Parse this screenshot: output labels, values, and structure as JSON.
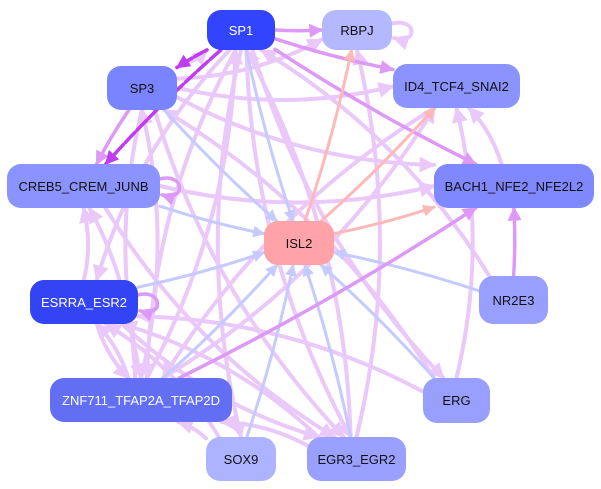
{
  "graph": {
    "title": "Gene regulatory network centered on ISL2",
    "nodes": [
      {
        "id": "SP1",
        "label": "SP1",
        "fill": "#3344ff",
        "text": "#ffffff"
      },
      {
        "id": "RBPJ",
        "label": "RBPJ",
        "fill": "#b3b8ff",
        "text": "#111111"
      },
      {
        "id": "SP3",
        "label": "SP3",
        "fill": "#7a84ff",
        "text": "#111111"
      },
      {
        "id": "ID4_TCF4_SNAI2",
        "label": "ID4_TCF4_SNAI2",
        "fill": "#8b93ff",
        "text": "#111111"
      },
      {
        "id": "CREB5_CREM_JUNB",
        "label": "CREB5_CREM_JUNB",
        "fill": "#8b93ff",
        "text": "#111111"
      },
      {
        "id": "BACH1_NFE2_NFE2L2",
        "label": "BACH1_NFE2_NFE2L2",
        "fill": "#8088ff",
        "text": "#111111"
      },
      {
        "id": "ISL2",
        "label": "ISL2",
        "fill": "#ffa3a8",
        "text": "#111111"
      },
      {
        "id": "ESRRA_ESR2",
        "label": "ESRRA_ESR2",
        "fill": "#3344f5",
        "text": "#ffffff"
      },
      {
        "id": "NR2E3",
        "label": "NR2E3",
        "fill": "#989fff",
        "text": "#111111"
      },
      {
        "id": "ZNF711_TFAP2A_TFAP2D",
        "label": "ZNF711_TFAP2A_TFAP2D",
        "fill": "#636ff2",
        "text": "#ffffff"
      },
      {
        "id": "ERG",
        "label": "ERG",
        "fill": "#989fff",
        "text": "#111111"
      },
      {
        "id": "SOX9",
        "label": "SOX9",
        "fill": "#adb3ff",
        "text": "#111111"
      },
      {
        "id": "EGR3_EGR2",
        "label": "EGR3_EGR2",
        "fill": "#9aa0ff",
        "text": "#111111"
      }
    ],
    "edge_colors": {
      "strong_activation": "#c03cf0",
      "activation": "#dd99f5",
      "weak_activation": "#ebc8fa",
      "to_isl2": "#c5caff",
      "from_isl2": "#ffb8b8"
    },
    "edges": [
      {
        "from": "SP1",
        "to": "RBPJ",
        "type": "activation"
      },
      {
        "from": "RBPJ",
        "to": "RBPJ",
        "type": "weak_activation"
      },
      {
        "from": "SP1",
        "to": "SP3",
        "type": "strong_activation"
      },
      {
        "from": "SP3",
        "to": "SP1",
        "type": "weak_activation"
      },
      {
        "from": "SP1",
        "to": "CREB5_CREM_JUNB",
        "type": "strong_activation"
      },
      {
        "from": "SP1",
        "to": "ID4_TCF4_SNAI2",
        "type": "activation"
      },
      {
        "from": "SP1",
        "to": "BACH1_NFE2_NFE2L2",
        "type": "activation"
      },
      {
        "from": "SP1",
        "to": "ISL2",
        "type": "to_isl2"
      },
      {
        "from": "SP1",
        "to": "ZNF711_TFAP2A_TFAP2D",
        "type": "weak_activation"
      },
      {
        "from": "SP1",
        "to": "SOX9",
        "type": "weak_activation"
      },
      {
        "from": "SP1",
        "to": "EGR3_EGR2",
        "type": "weak_activation"
      },
      {
        "from": "SP1",
        "to": "ERG",
        "type": "weak_activation"
      },
      {
        "from": "SP1",
        "to": "ESRRA_ESR2",
        "type": "weak_activation"
      },
      {
        "from": "SP3",
        "to": "RBPJ",
        "type": "weak_activation"
      },
      {
        "from": "SP3",
        "to": "ID4_TCF4_SNAI2",
        "type": "weak_activation"
      },
      {
        "from": "SP3",
        "to": "BACH1_NFE2_NFE2L2",
        "type": "weak_activation"
      },
      {
        "from": "SP3",
        "to": "CREB5_CREM_JUNB",
        "type": "activation"
      },
      {
        "from": "SP3",
        "to": "ISL2",
        "type": "to_isl2"
      },
      {
        "from": "SP3",
        "to": "ZNF711_TFAP2A_TFAP2D",
        "type": "weak_activation"
      },
      {
        "from": "SP3",
        "to": "EGR3_EGR2",
        "type": "weak_activation"
      },
      {
        "from": "CREB5_CREM_JUNB",
        "to": "CREB5_CREM_JUNB",
        "type": "activation"
      },
      {
        "from": "CREB5_CREM_JUNB",
        "to": "ISL2",
        "type": "to_isl2"
      },
      {
        "from": "CREB5_CREM_JUNB",
        "to": "BACH1_NFE2_NFE2L2",
        "type": "weak_activation"
      },
      {
        "from": "CREB5_CREM_JUNB",
        "to": "EGR3_EGR2",
        "type": "weak_activation"
      },
      {
        "from": "ISL2",
        "to": "RBPJ",
        "type": "from_isl2"
      },
      {
        "from": "ISL2",
        "to": "ID4_TCF4_SNAI2",
        "type": "from_isl2"
      },
      {
        "from": "ISL2",
        "to": "BACH1_NFE2_NFE2L2",
        "type": "from_isl2"
      },
      {
        "from": "ESRRA_ESR2",
        "to": "ESRRA_ESR2",
        "type": "activation"
      },
      {
        "from": "ESRRA_ESR2",
        "to": "ISL2",
        "type": "to_isl2"
      },
      {
        "from": "ESRRA_ESR2",
        "to": "CREB5_CREM_JUNB",
        "type": "weak_activation"
      },
      {
        "from": "ESRRA_ESR2",
        "to": "ZNF711_TFAP2A_TFAP2D",
        "type": "weak_activation"
      },
      {
        "from": "ESRRA_ESR2",
        "to": "EGR3_EGR2",
        "type": "weak_activation"
      },
      {
        "from": "ZNF711_TFAP2A_TFAP2D",
        "to": "ISL2",
        "type": "to_isl2"
      },
      {
        "from": "ZNF711_TFAP2A_TFAP2D",
        "to": "ID4_TCF4_SNAI2",
        "type": "weak_activation"
      },
      {
        "from": "ZNF711_TFAP2A_TFAP2D",
        "to": "BACH1_NFE2_NFE2L2",
        "type": "activation"
      },
      {
        "from": "ZNF711_TFAP2A_TFAP2D",
        "to": "CREB5_CREM_JUNB",
        "type": "weak_activation"
      },
      {
        "from": "ZNF711_TFAP2A_TFAP2D",
        "to": "ESRRA_ESR2",
        "type": "weak_activation"
      },
      {
        "from": "ZNF711_TFAP2A_TFAP2D",
        "to": "SP3",
        "type": "weak_activation"
      },
      {
        "from": "ZNF711_TFAP2A_TFAP2D",
        "to": "SP1",
        "type": "weak_activation"
      },
      {
        "from": "SOX9",
        "to": "ISL2",
        "type": "to_isl2"
      },
      {
        "from": "SOX9",
        "to": "ZNF711_TFAP2A_TFAP2D",
        "type": "weak_activation"
      },
      {
        "from": "SOX9",
        "to": "ESRRA_ESR2",
        "type": "weak_activation"
      },
      {
        "from": "EGR3_EGR2",
        "to": "ISL2",
        "type": "to_isl2"
      },
      {
        "from": "EGR3_EGR2",
        "to": "ZNF711_TFAP2A_TFAP2D",
        "type": "weak_activation"
      },
      {
        "from": "EGR3_EGR2",
        "to": "ESRRA_ESR2",
        "type": "weak_activation"
      },
      {
        "from": "EGR3_EGR2",
        "to": "SP1",
        "type": "weak_activation"
      },
      {
        "from": "EGR3_EGR2",
        "to": "RBPJ",
        "type": "weak_activation"
      },
      {
        "from": "ERG",
        "to": "ISL2",
        "type": "to_isl2"
      },
      {
        "from": "ERG",
        "to": "ESRRA_ESR2",
        "type": "weak_activation"
      },
      {
        "from": "ERG",
        "to": "ID4_TCF4_SNAI2",
        "type": "weak_activation"
      },
      {
        "from": "ERG",
        "to": "SP3",
        "type": "weak_activation"
      },
      {
        "from": "NR2E3",
        "to": "ISL2",
        "type": "to_isl2"
      },
      {
        "from": "NR2E3",
        "to": "BACH1_NFE2_NFE2L2",
        "type": "activation"
      },
      {
        "from": "NR2E3",
        "to": "SP1",
        "type": "weak_activation"
      },
      {
        "from": "BACH1_NFE2_NFE2L2",
        "to": "ID4_TCF4_SNAI2",
        "type": "weak_activation"
      },
      {
        "from": "ID4_TCF4_SNAI2",
        "to": "ZNF711_TFAP2A_TFAP2D",
        "type": "weak_activation"
      }
    ]
  }
}
